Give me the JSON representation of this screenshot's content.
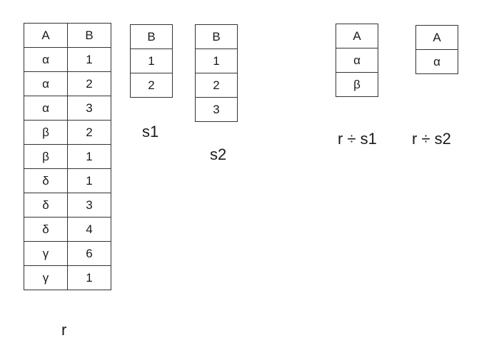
{
  "relations": {
    "r": {
      "name": "r",
      "headers": [
        "A",
        "B"
      ],
      "rows": [
        [
          "α",
          "1"
        ],
        [
          "α",
          "2"
        ],
        [
          "α",
          "3"
        ],
        [
          "β",
          "2"
        ],
        [
          "β",
          "1"
        ],
        [
          "δ",
          "1"
        ],
        [
          "δ",
          "3"
        ],
        [
          "δ",
          "4"
        ],
        [
          "γ",
          "6"
        ],
        [
          "γ",
          "1"
        ]
      ]
    },
    "s1": {
      "name": "s1",
      "headers": [
        "B"
      ],
      "rows": [
        [
          "1"
        ],
        [
          "2"
        ]
      ]
    },
    "s2": {
      "name": "s2",
      "headers": [
        "B"
      ],
      "rows": [
        [
          "1"
        ],
        [
          "2"
        ],
        [
          "3"
        ]
      ]
    },
    "div1": {
      "name": "r ÷ s1",
      "headers": [
        "A"
      ],
      "rows": [
        [
          "α"
        ],
        [
          "β"
        ]
      ]
    },
    "div2": {
      "name": "r ÷ s2",
      "headers": [
        "A"
      ],
      "rows": [
        [
          "α"
        ]
      ]
    }
  }
}
